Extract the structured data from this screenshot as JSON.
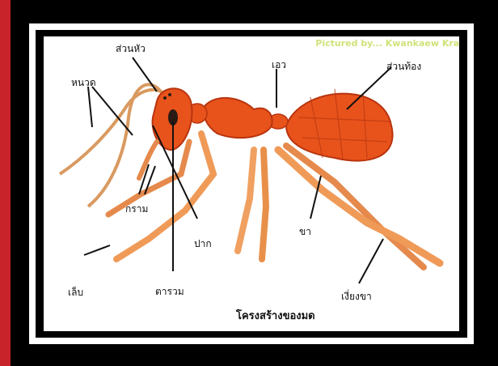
{
  "credit": "Pictured by... Kwankaew Krai",
  "labels": {
    "head": "ส่วนหัว",
    "antenna": "หนวด",
    "waist": "เอว",
    "abdomen": "ส่วนท้อง",
    "jaw": "กราม",
    "mouth": "ปาก",
    "leg": "ขา",
    "claw": "เล็บ",
    "compound_eye": "ตารวม",
    "leg_spur": "เงี่ยงขา"
  },
  "caption": "โครงสร้างของมด",
  "colors": {
    "ant_body": "#e8531b",
    "ant_dark": "#b8340f",
    "ant_leg": "#f0a060",
    "frame": "#000000",
    "accent_red": "#c8232b"
  }
}
